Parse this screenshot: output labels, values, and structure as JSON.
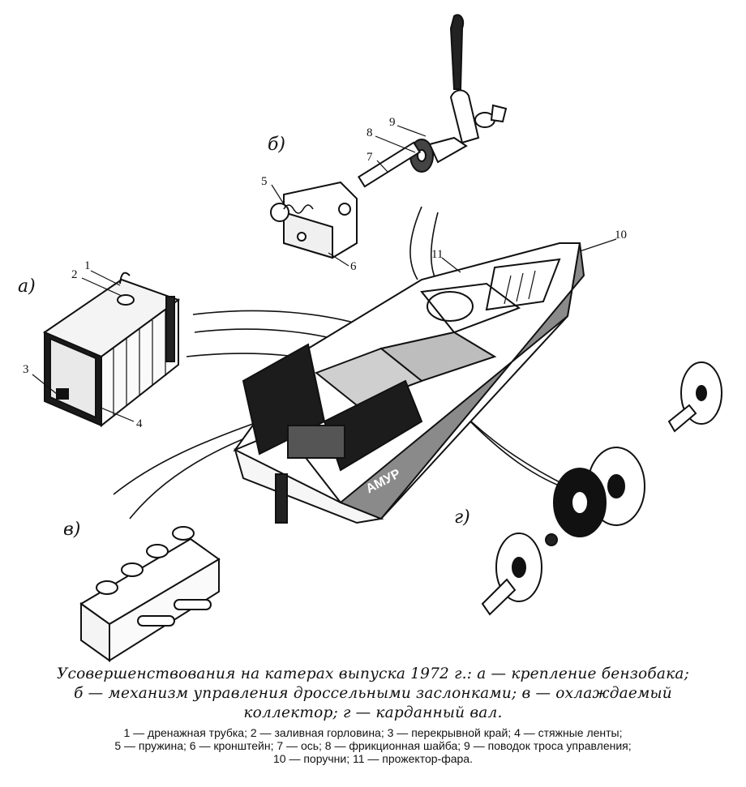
{
  "figure": {
    "section_labels": {
      "a": "а)",
      "b": "б)",
      "v": "в)",
      "g": "г)"
    },
    "part_numbers": [
      "1",
      "2",
      "3",
      "4",
      "5",
      "6",
      "7",
      "8",
      "9",
      "10",
      "11"
    ],
    "boat_name": "АМУР"
  },
  "caption": {
    "line1": "Усовершенствования на катерах выпуска 1972 г.: а — крепление бензобака;",
    "line2": "б — механизм управления дроссельными заслонками; в — охлаждаемый",
    "line3": "коллектор; г — карданный вал.",
    "legend1": "1 — дренажная трубка; 2 — заливная горловина; 3 — перекрывной край; 4 — стяжные ленты;",
    "legend2": "5 — пружина; 6 — кронштейн; 7 — ось; 8 — фрикционная шайба; 9 — поводок троса управления;",
    "legend3": "10 — поручни; 11 — прожектор-фара."
  }
}
